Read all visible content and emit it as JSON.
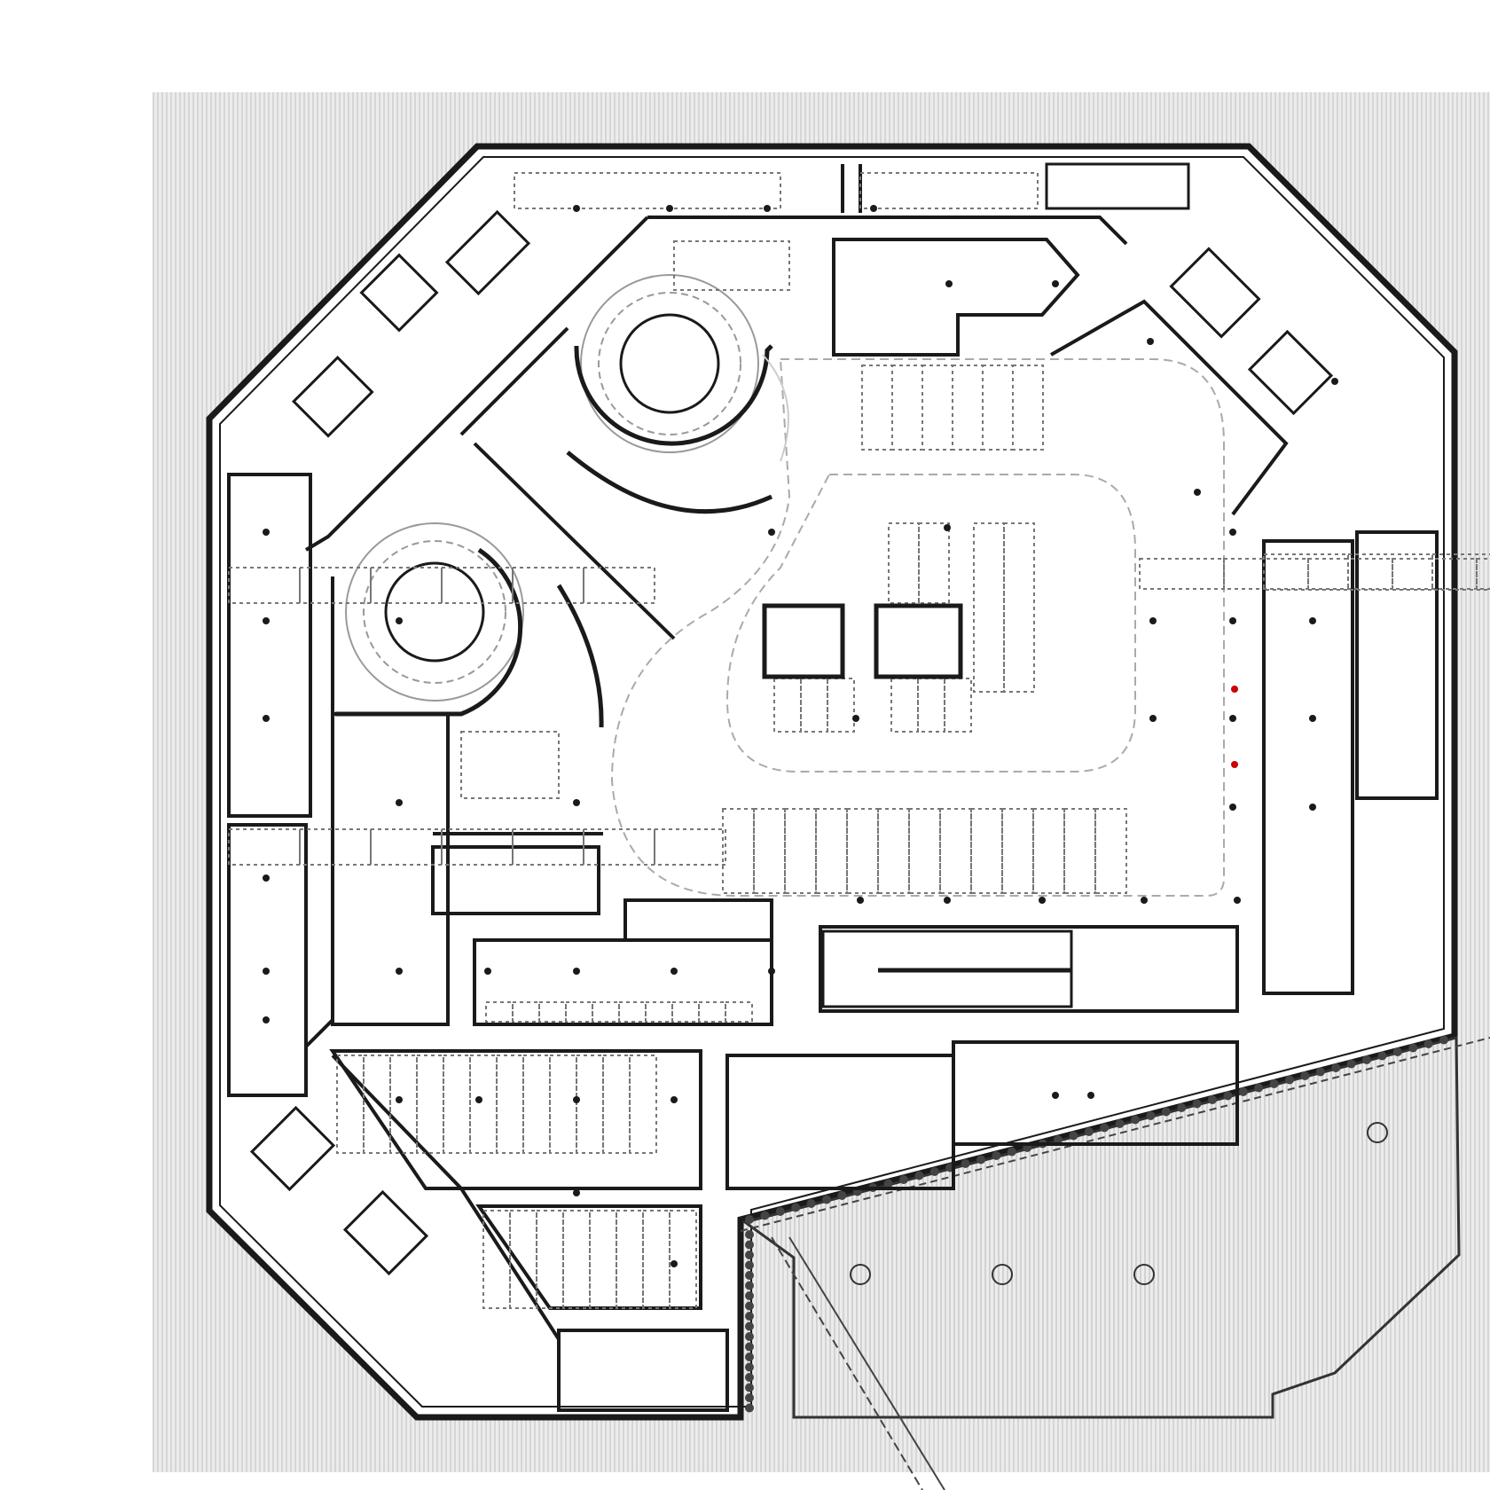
{
  "colors": {
    "wall": "#1a1a1a",
    "hatch": "#d6d6d6",
    "floor": "#ffffff",
    "dashed": "#777777",
    "ramp": "#b0b0b0",
    "marker": "#cc0000"
  },
  "chart_data": {
    "type": "diagram",
    "title": "",
    "kind": "underground parking floor plan",
    "red_markers": 2
  }
}
